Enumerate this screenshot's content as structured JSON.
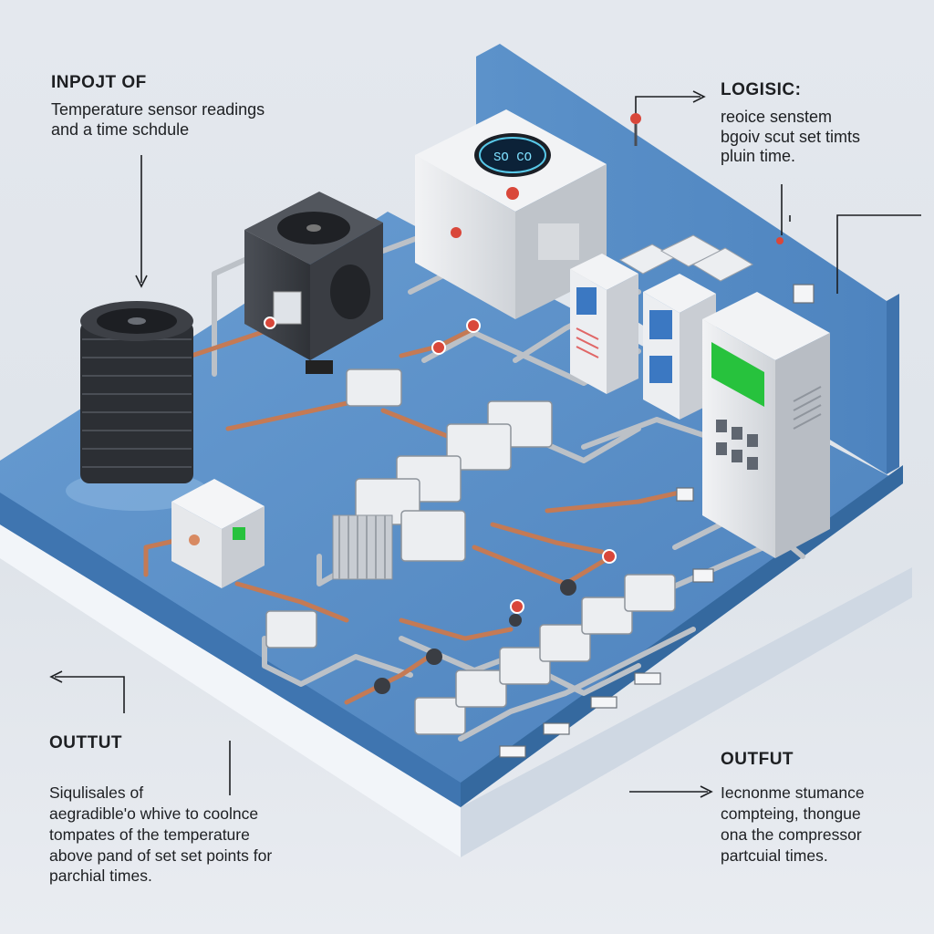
{
  "labels": {
    "input": {
      "title": "INPOJT OF",
      "body": "Temperature sensor readings\nand a time schdule"
    },
    "logic": {
      "title": "LOGISIC:",
      "body": "reoice senstem\nbgoiv scut set timts\npluin time."
    },
    "output_left": {
      "title": "OUTTUT",
      "body": "Siqulisales of\naegradible'o whive to coolnce\ntompates of the temperature\nabove pand of set set points for\nparchial times."
    },
    "output_right": {
      "title": "OUTFUT",
      "body": "Iecnonme stumance\ncompteing, thongue\nona the compressor\npartcuial times."
    }
  },
  "devices": {
    "thermostat_display": "SO CO",
    "controller_screen_color": "#27c23d"
  },
  "colors": {
    "platform_top": "#4f87c1",
    "platform_side": "#dfe6ef",
    "back_wall": "#5d93cb",
    "copper_pipe": "#c47a55",
    "grey_pipe": "#b9bec4",
    "module_body": "#e9eaec",
    "accent_red": "#d9473a"
  }
}
